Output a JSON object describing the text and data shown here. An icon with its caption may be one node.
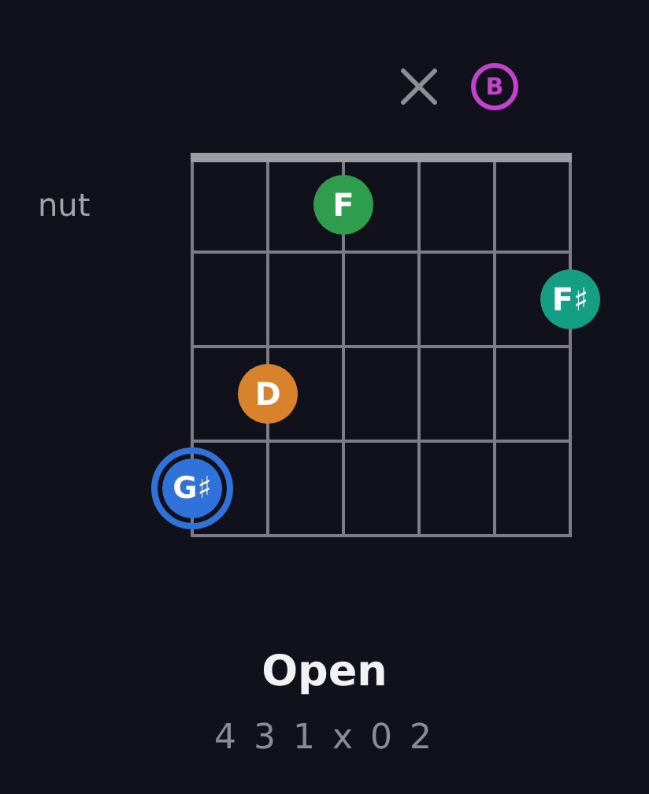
{
  "diagram": {
    "title": "Open",
    "nodes": [
      {
        "text": [
          "B"
        ]
      },
      {
        "text": [
          "F"
        ]
      },
      {
        "text": [
          "F♯"
        ]
      },
      {
        "text": [
          "D"
        ]
      },
      {
        "text": [
          "G♯"
        ]
      }
    ],
    "labels": [
      "nut",
      "4 3 1 x 0 2"
    ]
  }
}
